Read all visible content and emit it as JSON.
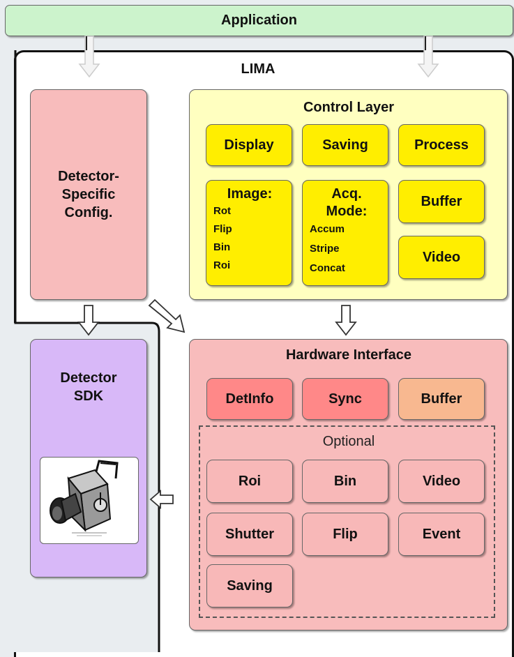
{
  "colors": {
    "application": "#ccf3cc",
    "lima_bg": "#ffffff",
    "detector_config": "#f8bcbc",
    "control_layer": "#ffffc0",
    "control_item": "#ffee00",
    "detector_sdk": "#d8b8f8",
    "hardware_interface": "#f8bcbc",
    "hw_detinfo": "#ff8888",
    "hw_sync": "#ff8888",
    "hw_buffer": "#f8b890"
  },
  "application": {
    "label": "Application"
  },
  "lima": {
    "label": "LIMA"
  },
  "detector_config": {
    "line1": "Detector-",
    "line2": "Specific",
    "line3": "Config."
  },
  "control_layer": {
    "title": "Control Layer",
    "display": "Display",
    "saving": "Saving",
    "process": "Process",
    "image_title": "Image:",
    "image_items": [
      "Rot",
      "Flip",
      "Bin",
      "Roi"
    ],
    "acq_title1": "Acq.",
    "acq_title2": "Mode:",
    "acq_items": [
      "Accum",
      "Stripe",
      "Concat"
    ],
    "buffer": "Buffer",
    "video": "Video"
  },
  "detector_sdk": {
    "line1": "Detector",
    "line2": "SDK",
    "icon": "camera-clipart-icon"
  },
  "hardware_interface": {
    "title": "Hardware Interface",
    "detinfo": "DetInfo",
    "sync": "Sync",
    "buffer": "Buffer",
    "optional": "Optional",
    "roi": "Roi",
    "bin": "Bin",
    "video": "Video",
    "shutter": "Shutter",
    "flip": "Flip",
    "event": "Event",
    "saving": "Saving"
  }
}
